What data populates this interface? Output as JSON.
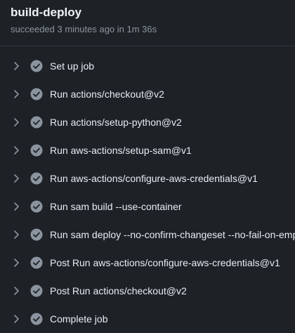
{
  "job": {
    "title": "build-deploy",
    "status": "succeeded 3 minutes ago in 1m 36s"
  },
  "steps": [
    {
      "label": "Set up job",
      "status": "success"
    },
    {
      "label": "Run actions/checkout@v2",
      "status": "success"
    },
    {
      "label": "Run actions/setup-python@v2",
      "status": "success"
    },
    {
      "label": "Run aws-actions/setup-sam@v1",
      "status": "success"
    },
    {
      "label": "Run aws-actions/configure-aws-credentials@v1",
      "status": "success"
    },
    {
      "label": "Run sam build --use-container",
      "status": "success"
    },
    {
      "label": "Run sam deploy --no-confirm-changeset --no-fail-on-empty-changeset",
      "status": "success"
    },
    {
      "label": "Post Run aws-actions/configure-aws-credentials@v1",
      "status": "success"
    },
    {
      "label": "Post Run actions/checkout@v2",
      "status": "success"
    },
    {
      "label": "Complete job",
      "status": "success"
    }
  ],
  "colors": {
    "background": "#1e2227",
    "check_circle": "#8b949e",
    "text": "#e6edf3",
    "muted": "#8b949e"
  },
  "icons": {
    "expand": "chevron-right-icon",
    "status": "check-circle-icon"
  }
}
